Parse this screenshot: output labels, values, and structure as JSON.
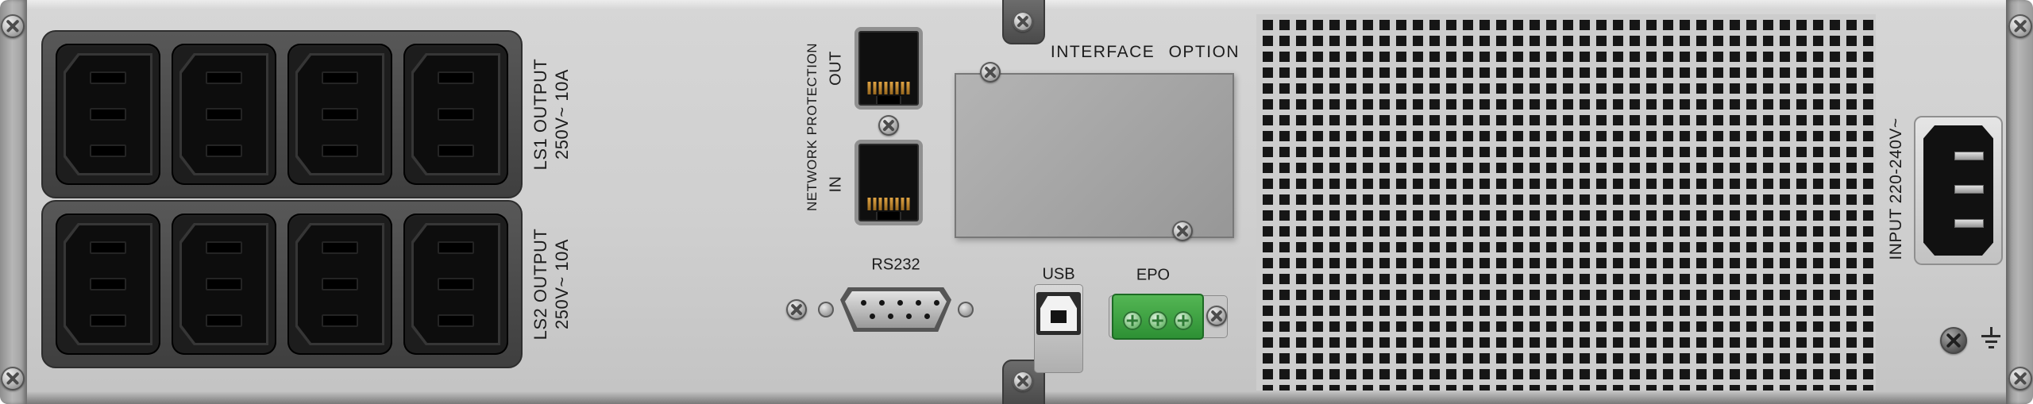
{
  "labels": {
    "ls1_name": "LS1 OUTPUT",
    "ls1_spec": "250V~ 10A",
    "ls2_name": "LS2 OUTPUT",
    "ls2_spec": "250V~ 10A",
    "net_out": "OUT",
    "net_in": "IN",
    "net_caption": "NETWORK PROTECTION",
    "interface_option": "INTERFACE OPTION",
    "rs232": "RS232",
    "usb": "USB",
    "epo": "EPO",
    "input": "INPUT 220-240V~"
  },
  "colors": {
    "panel": "#d6d6d6",
    "group-body": "#3f3f3f",
    "outlet-body": "#1d1d1d",
    "vent-hole": "#161616",
    "label-text": "#1c1c1c",
    "cover": "#979797",
    "epo-green": "#2d9034",
    "pin-gold": "#e0a444"
  }
}
